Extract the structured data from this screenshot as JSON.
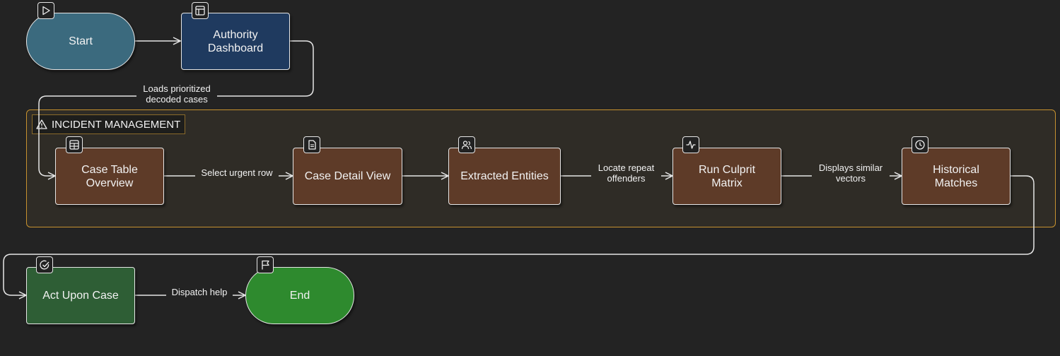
{
  "nodes": {
    "start": {
      "label": "Start",
      "icon": "play-icon",
      "color": "#3b6a7e"
    },
    "dashboard": {
      "label": "Authority\nDashboard",
      "icon": "layout-icon",
      "color": "#1f3a5f"
    },
    "case_table": {
      "label": "Case Table\nOverview",
      "icon": "table-icon",
      "color": "#5e3b28"
    },
    "case_detail": {
      "label": "Case Detail View",
      "icon": "document-icon",
      "color": "#5e3b28"
    },
    "entities": {
      "label": "Extracted Entities",
      "icon": "users-icon",
      "color": "#5e3b28"
    },
    "culprit": {
      "label": "Run Culprit\nMatrix",
      "icon": "activity-icon",
      "color": "#5e3b28"
    },
    "historical": {
      "label": "Historical\nMatches",
      "icon": "clock-icon",
      "color": "#5e3b28"
    },
    "act": {
      "label": "Act Upon Case",
      "icon": "check-circle-icon",
      "color": "#2e5e35"
    },
    "end": {
      "label": "End",
      "icon": "flag-icon",
      "color": "#2e8a2e"
    }
  },
  "edges": {
    "loads": "Loads prioritized\ndecoded cases",
    "select": "Select urgent row",
    "locate": "Locate repeat\noffenders",
    "displays": "Displays similar\nvectors",
    "dispatch": "Dispatch help"
  },
  "group": {
    "title": "INCIDENT MANAGEMENT",
    "icon": "warning-icon",
    "border_color": "#c7922f"
  }
}
